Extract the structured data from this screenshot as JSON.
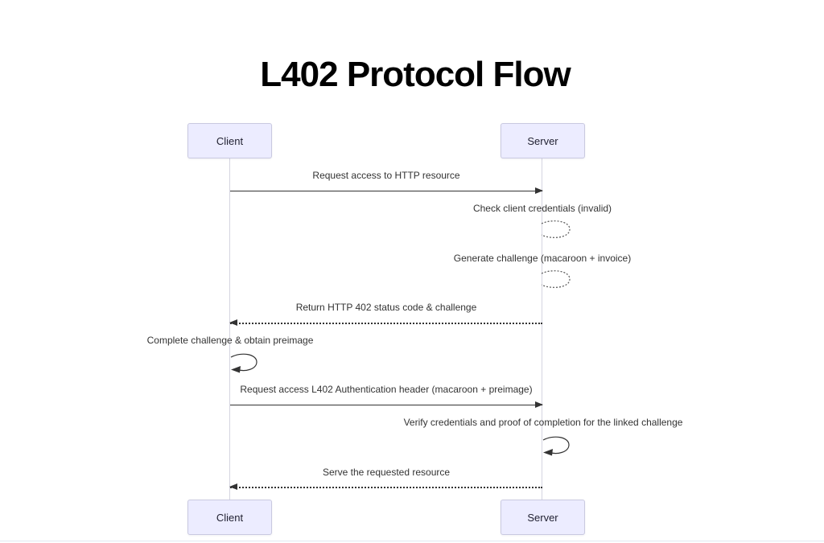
{
  "title": "L402 Protocol Flow",
  "actors": {
    "client": "Client",
    "server": "Server"
  },
  "messages": [
    {
      "label": "Request access to HTTP resource",
      "from": "Client",
      "to": "Server",
      "line": "solid"
    },
    {
      "label": "Check client credentials (invalid)",
      "from": "Server",
      "to": "Server",
      "line": "dashed-self"
    },
    {
      "label": "Generate challenge (macaroon + invoice)",
      "from": "Server",
      "to": "Server",
      "line": "dashed-self"
    },
    {
      "label": "Return HTTP 402 status code & challenge",
      "from": "Server",
      "to": "Client",
      "line": "dotted"
    },
    {
      "label": "Complete challenge & obtain preimage",
      "from": "Client",
      "to": "Client",
      "line": "solid-self"
    },
    {
      "label": "Request access L402 Authentication header (macaroon + preimage)",
      "from": "Client",
      "to": "Server",
      "line": "solid"
    },
    {
      "label": "Verify credentials and proof of completion for the linked challenge",
      "from": "Server",
      "to": "Server",
      "line": "solid-self"
    },
    {
      "label": "Serve the requested resource",
      "from": "Server",
      "to": "Client",
      "line": "dotted"
    }
  ],
  "colors": {
    "actor_fill": "#ECECFF",
    "actor_border": "#C9C9E0",
    "message_line": "#333333",
    "lifeline": "#D5D5E0",
    "text": "#333333",
    "title": "#000000"
  }
}
